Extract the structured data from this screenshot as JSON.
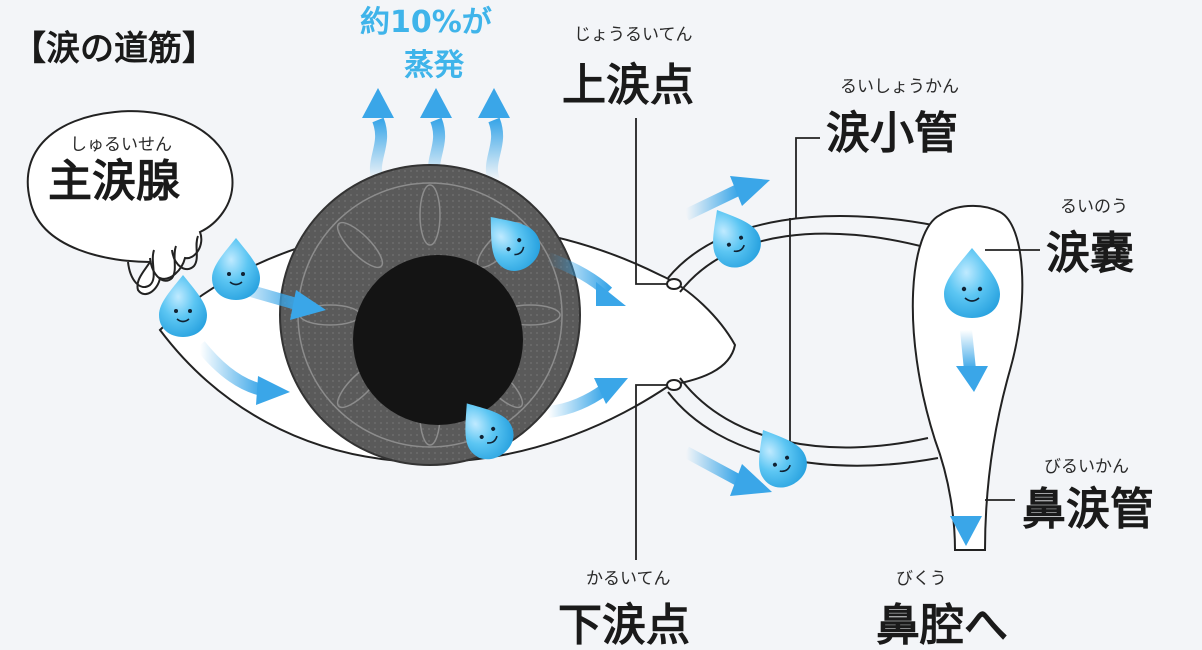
{
  "title": "【涙の道筋】",
  "evaporation": {
    "line1": "約10%が",
    "line2": "蒸発"
  },
  "labels": {
    "main_gland": {
      "ruby": "しゅるいせん",
      "text": "主涙腺"
    },
    "upper_punctum": {
      "ruby": "じょうるいてん",
      "text": "上涙点"
    },
    "lower_punctum": {
      "ruby": "かるいてん",
      "text": "下涙点"
    },
    "canaliculus": {
      "ruby": "るいしょうかん",
      "text": "涙小管"
    },
    "sac": {
      "ruby": "るいのう",
      "text": "涙嚢"
    },
    "nasolacrimal_duct": {
      "ruby": "びるいかん",
      "text": "鼻涙管"
    },
    "nasal_cavity": {
      "ruby": "びくう",
      "text": "鼻腔へ"
    }
  },
  "colors": {
    "tear_blue": "#4fc0f0",
    "arrow_blue": "#3aa6e8",
    "iris_gray": "#5f5f5f",
    "pupil": "#141414",
    "line": "#222222"
  }
}
